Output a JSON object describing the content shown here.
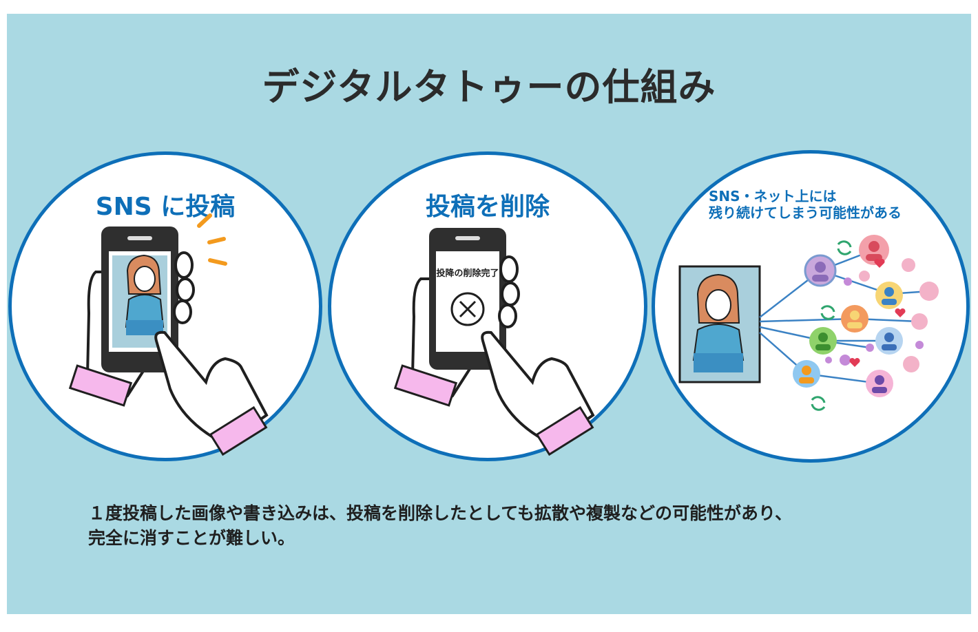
{
  "title": "デジタルタトゥーの仕組み",
  "panels": [
    {
      "title": "SNS に投稿"
    },
    {
      "title": "投稿を削除",
      "phone_text": "投降の削除完了"
    },
    {
      "title_lines": [
        "SNS・ネット上には",
        "残り続けてしまう可能性がある"
      ]
    }
  ],
  "caption": [
    "１度投稿した画像や書き込みは、投稿を削除したとしても拡散や複製などの可能性があり、",
    "完全に消すことが難しい。"
  ],
  "colors": {
    "background": "#aad9e3",
    "circle_border": "#0e6fb8",
    "heading": "#2b2b2b",
    "accent_orange": "#f39a1e",
    "sleeve": "#f6b8ec"
  },
  "icons": [
    "phone-icon",
    "hand-icon",
    "woman-photo-icon",
    "close-circle-icon",
    "user-avatar-icon",
    "refresh-icon",
    "heart-icon"
  ]
}
